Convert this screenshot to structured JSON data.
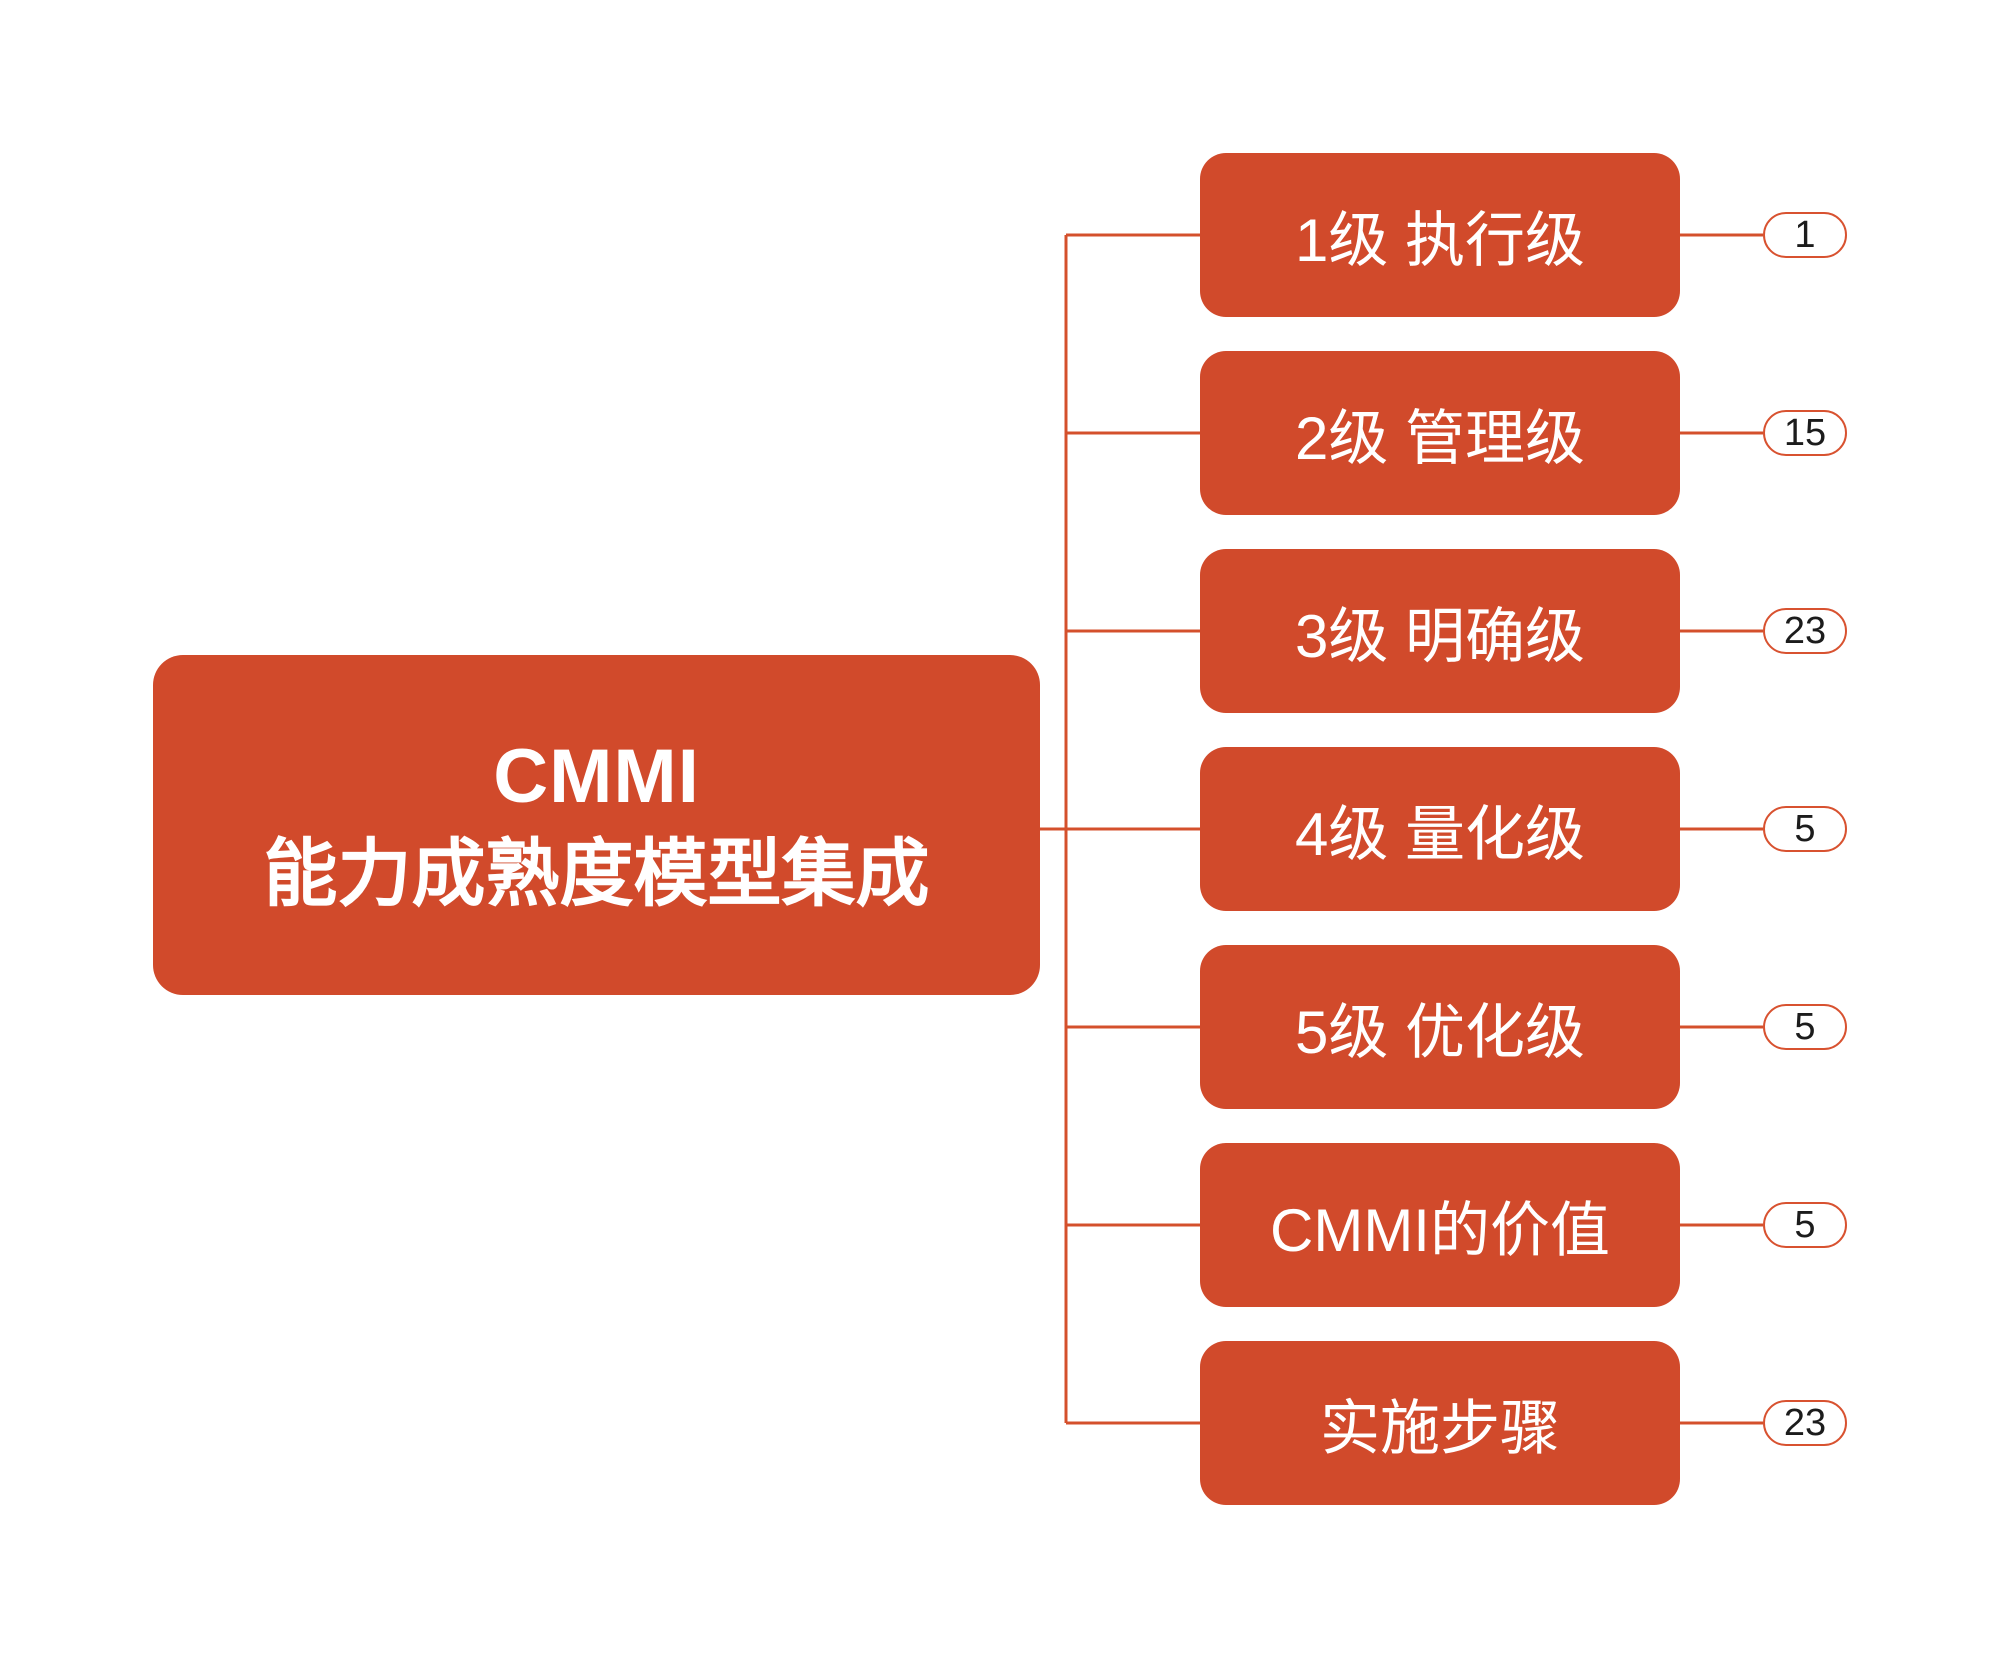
{
  "diagram": {
    "type": "mindmap",
    "root": {
      "title_line1": "CMMI",
      "title_line2": "能力成熟度模型集成"
    },
    "branches": [
      {
        "label": "1级 执行级",
        "count": "1"
      },
      {
        "label": "2级 管理级",
        "count": "15"
      },
      {
        "label": "3级 明确级",
        "count": "23"
      },
      {
        "label": "4级 量化级",
        "count": "5"
      },
      {
        "label": "5级 优化级",
        "count": "5"
      },
      {
        "label": "CMMI的价值",
        "count": "5"
      },
      {
        "label": "实施步骤",
        "count": "23"
      }
    ]
  },
  "colors": {
    "canvas_bg": "#ffffff",
    "node_fill": "#d14a2b",
    "node_text": "#ffffff",
    "line": "#d4502c",
    "badge_bg": "#ffffff",
    "badge_border": "#d85230",
    "badge_text": "#1c1c1c"
  }
}
